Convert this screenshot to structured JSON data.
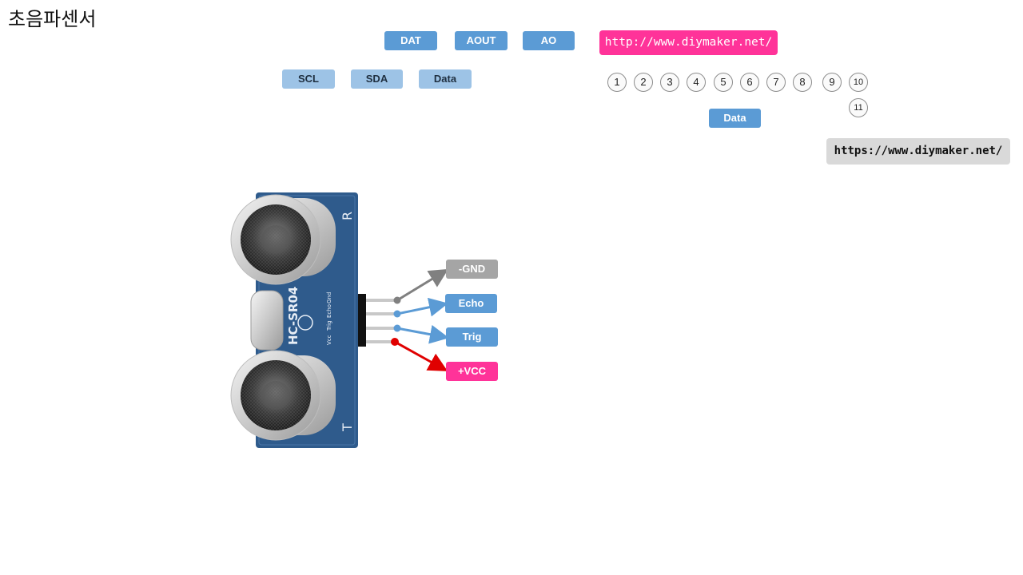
{
  "title": "초음파센서",
  "top_tags": [
    "DAT",
    "AOUT",
    "AO"
  ],
  "second_tags": [
    "SCL",
    "SDA",
    "Data"
  ],
  "url_pink": "http://www.diymaker.net/",
  "url_gray": "https://www.diymaker.net/",
  "numbers": [
    "1",
    "2",
    "3",
    "4",
    "5",
    "6",
    "7",
    "8",
    "9",
    "10",
    "11"
  ],
  "data_tag": "Data",
  "pins": {
    "gnd": "-GND",
    "echo": "Echo",
    "trig": "Trig",
    "vcc": "+VCC"
  },
  "board": {
    "model": "HC-SR04",
    "side_r": "R",
    "side_t": "T",
    "pin_labels": [
      "Gnd",
      "Echo",
      "Trig",
      "Vcc"
    ]
  },
  "colors": {
    "blue": "#5b9bd5",
    "light_blue": "#9dc3e6",
    "gray": "#a5a5a5",
    "pink": "#ff3399",
    "red": "#e00000",
    "board": "#2f5b8c"
  }
}
